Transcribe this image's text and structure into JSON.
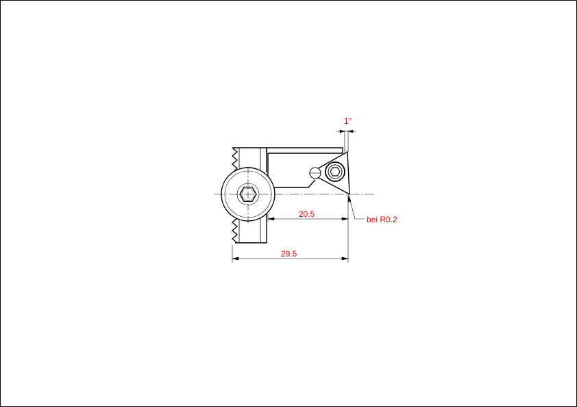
{
  "drawing": {
    "dimensions": {
      "angle": "1°",
      "inner_length": "20.5",
      "total_length": "29.5",
      "corner_radius": "bei R0.2"
    },
    "colors": {
      "dimension_text": "#e00000",
      "linework": "#000000",
      "background": "#ffffff"
    }
  }
}
